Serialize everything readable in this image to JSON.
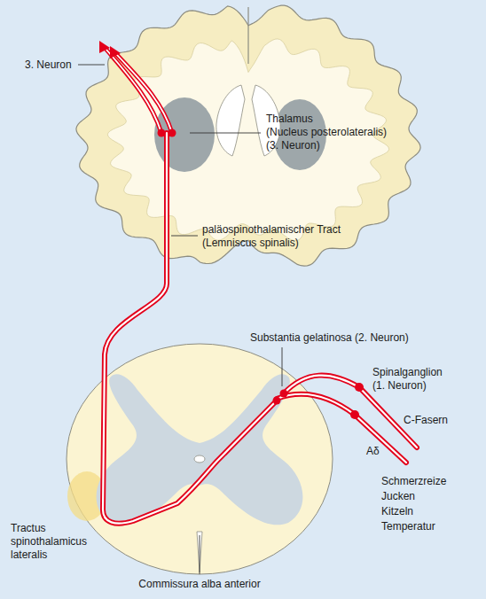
{
  "diagram": {
    "labels": [
      "3. Neuron",
      "Thalamus",
      "(Nucleus posterolateralis)",
      "(3. Neuron)",
      "paläospinothalamischer Tract",
      "(Lemniscus spinalis)",
      "Substantia gelatinosa (2. Neuron)",
      "Spinalganglion",
      "(1. Neuron)",
      "C-Fasern",
      "Aδ",
      "Schmerzreize",
      "Jucken",
      "Kitzeln",
      "Temperatur",
      "Tractus",
      "spinothalamicus",
      "lateralis",
      "Commissura alba anterior"
    ]
  }
}
